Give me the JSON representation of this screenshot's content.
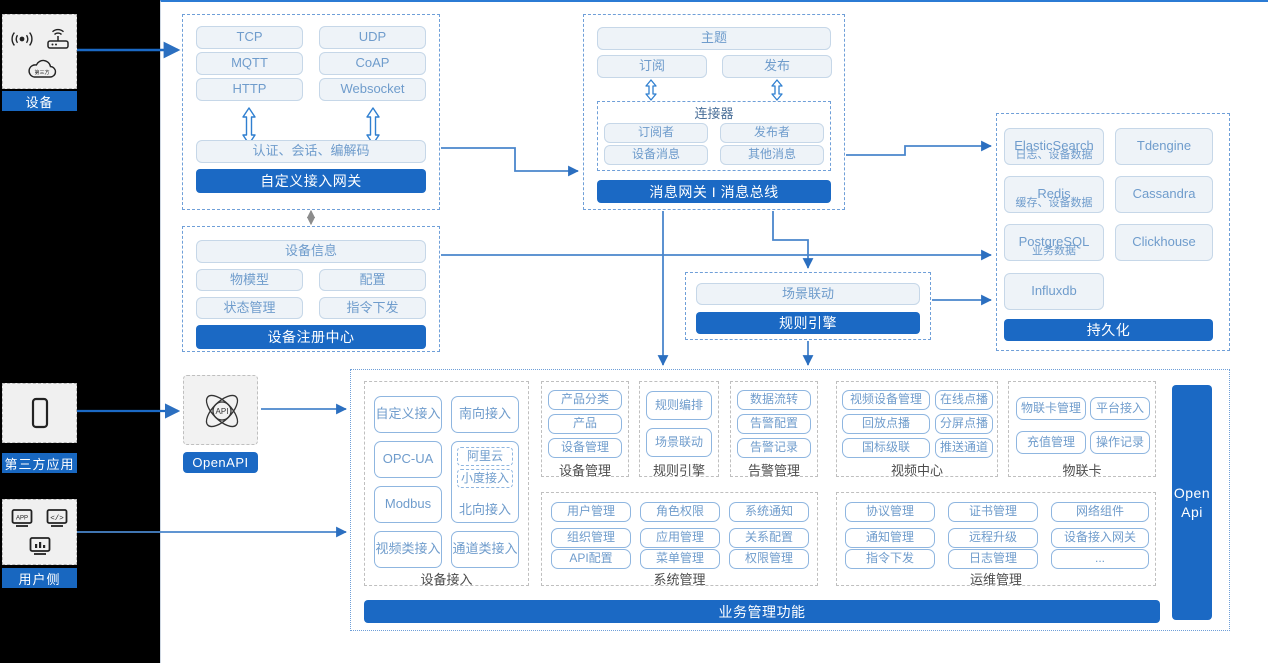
{
  "actors": [
    {
      "label": "设备",
      "icons": [
        "signal-icon",
        "router-icon",
        "cloud-icon"
      ]
    },
    {
      "label": "第三方应用",
      "icons": [
        "mobile-icon"
      ]
    },
    {
      "label": "用户侧",
      "icons": [
        "app-screen-icon",
        "code-screen-icon",
        "chart-screen-icon"
      ]
    }
  ],
  "openapi": {
    "icon": "api-atom-icon",
    "label": "OpenAPI"
  },
  "gateway": {
    "protocols": [
      "TCP",
      "UDP",
      "MQTT",
      "CoAP",
      "HTTP",
      "Websocket"
    ],
    "middle": "认证、会话、编解码",
    "bar": "自定义接入网关"
  },
  "message_bus": {
    "topic": "主题",
    "sub": "订阅",
    "pub": "发布",
    "connector_title": "连接器",
    "connector_items": [
      "订阅者",
      "发布者",
      "设备消息",
      "其他消息"
    ],
    "bar": "消息网关 I 消息总线"
  },
  "registry": {
    "top": "设备信息",
    "items": [
      "物模型",
      "配置",
      "状态管理",
      "指令下发"
    ],
    "bar": "设备注册中心"
  },
  "rule_engine": {
    "top": "场景联动",
    "bar": "规则引擎"
  },
  "persistence": {
    "items": [
      {
        "name": "ElasticSearch",
        "desc": "日志、设备数据"
      },
      {
        "name": "Tdengine",
        "desc": ""
      },
      {
        "name": "Redis",
        "desc": "缓存、设备数据"
      },
      {
        "name": "Cassandra",
        "desc": ""
      },
      {
        "name": "PostgreSQL",
        "desc": "业务数据"
      },
      {
        "name": "Clickhouse",
        "desc": ""
      },
      {
        "name": "Influxdb",
        "desc": ""
      }
    ],
    "bar": "持久化"
  },
  "business": {
    "bar": "业务管理功能",
    "open_api_side": "Open\nApi",
    "device_access": {
      "caption": "设备接入",
      "left": [
        "自定义接入",
        "OPC-UA",
        "Modbus",
        "视频类接入"
      ],
      "south": "南向接入",
      "north": {
        "tags": [
          "阿里云",
          "小度接入"
        ],
        "label": "北向接入"
      },
      "channel": "通道类接入"
    },
    "columns": [
      {
        "caption": "设备管理",
        "items": [
          "产品分类",
          "产品",
          "设备管理"
        ]
      },
      {
        "caption": "规则引擎",
        "items": [
          "规则编排",
          "场景联动"
        ]
      },
      {
        "caption": "告警管理",
        "items": [
          "数据流转",
          "告警配置",
          "告警记录"
        ]
      }
    ],
    "video": {
      "caption": "视频中心",
      "items": [
        "视频设备管理",
        "在线点播",
        "回放点播",
        "分屏点播",
        "国标级联",
        "推送通道"
      ]
    },
    "iot_card": {
      "caption": "物联卡",
      "items": [
        "物联卡管理",
        "平台接入",
        "充值管理",
        "操作记录"
      ]
    },
    "system": {
      "caption": "系统管理",
      "items": [
        "用户管理",
        "角色权限",
        "系统通知",
        "组织管理",
        "应用管理",
        "关系配置",
        "API配置",
        "菜单管理",
        "权限管理"
      ]
    },
    "ops": {
      "caption": "运维管理",
      "items": [
        "协议管理",
        "证书管理",
        "网络组件",
        "通知管理",
        "远程升级",
        "设备接入网关",
        "指令下发",
        "日志管理",
        "..."
      ]
    }
  },
  "colors": {
    "brand_blue": "#1b69c4",
    "chip_border": "#c6d7e8",
    "chip_text": "#6f9ccc",
    "dashed_blue": "#6f9fd8",
    "arrow_blue": "#2b6fc0"
  }
}
